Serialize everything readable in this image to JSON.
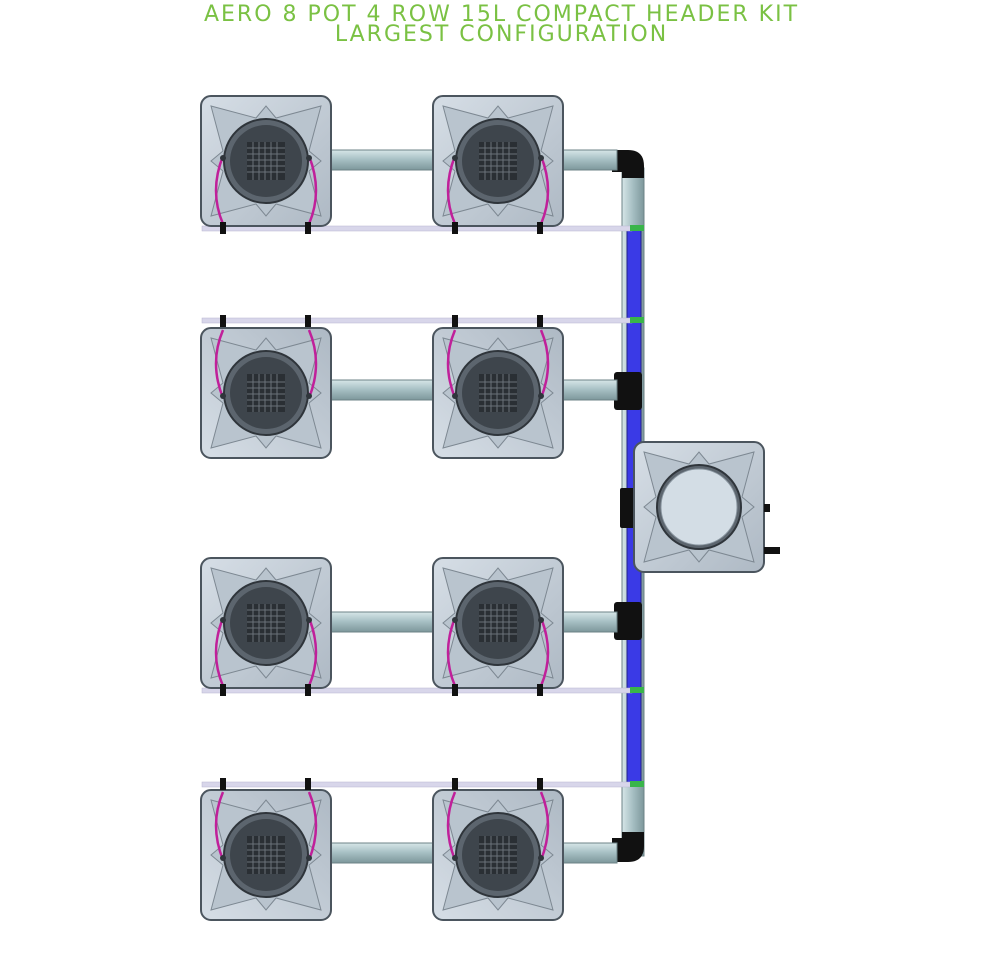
{
  "title": {
    "line1": "AERO 8 POT 4 ROW 15L COMPACT HEADER KIT",
    "line2": "LARGEST CONFIGURATION"
  },
  "colors": {
    "title": "#7ac143",
    "pot_body": "#c9d3dc",
    "pot_outline": "#5b6670",
    "pot_lid": "#3e454c",
    "pipe": "#a9c4c8",
    "feed_line": "#3a3ae6",
    "drip_line": "#d8d6ea",
    "dripper_tube": "#c0209a",
    "connector_green": "#39b54a",
    "fitting_black": "#111111"
  },
  "diagram": {
    "pot_count": 8,
    "rows": 4,
    "pots_per_row": 2,
    "header_tank_count": 1
  }
}
